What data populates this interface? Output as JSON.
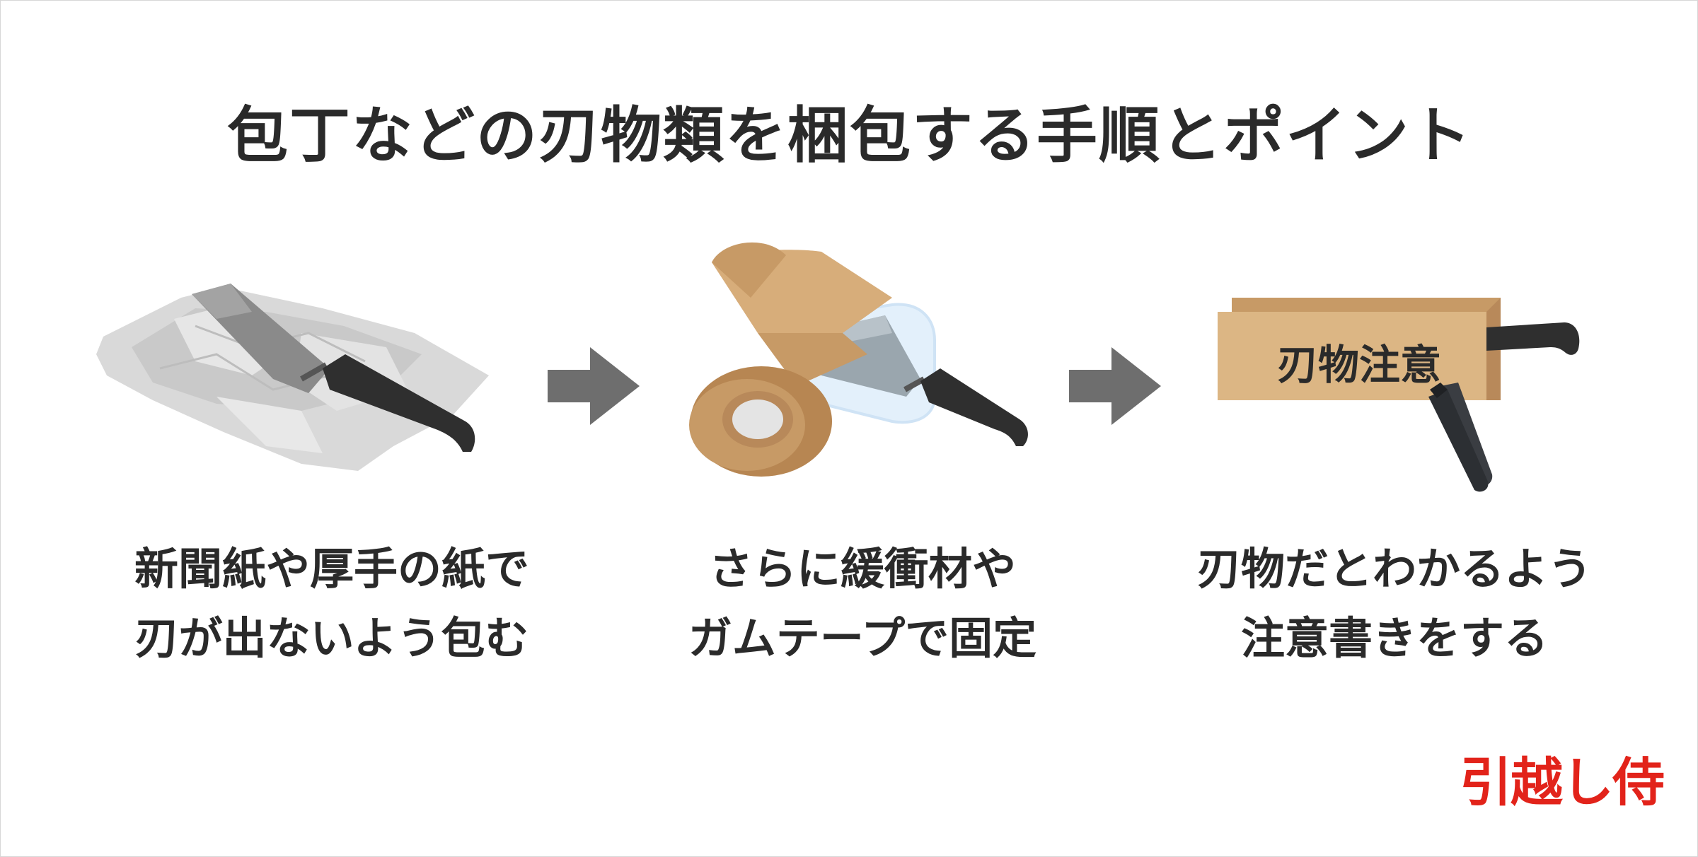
{
  "title": "包丁などの刃物類を梱包する手順とポイント",
  "steps": [
    {
      "line1": "新聞紙や厚手の紙で",
      "line2": "刃が出ないよう包む"
    },
    {
      "line1": "さらに緩衝材や",
      "line2": "ガムテープで固定"
    },
    {
      "line1": "刃物だとわかるよう",
      "line2": "注意書きをする"
    }
  ],
  "box_label": "刃物注意",
  "logo": "引越し侍",
  "colors": {
    "text": "#2a2a2a",
    "arrow": "#6e6e6e",
    "tape": "#c79a66",
    "box": "#dcb684",
    "brand": "#e2231a"
  }
}
